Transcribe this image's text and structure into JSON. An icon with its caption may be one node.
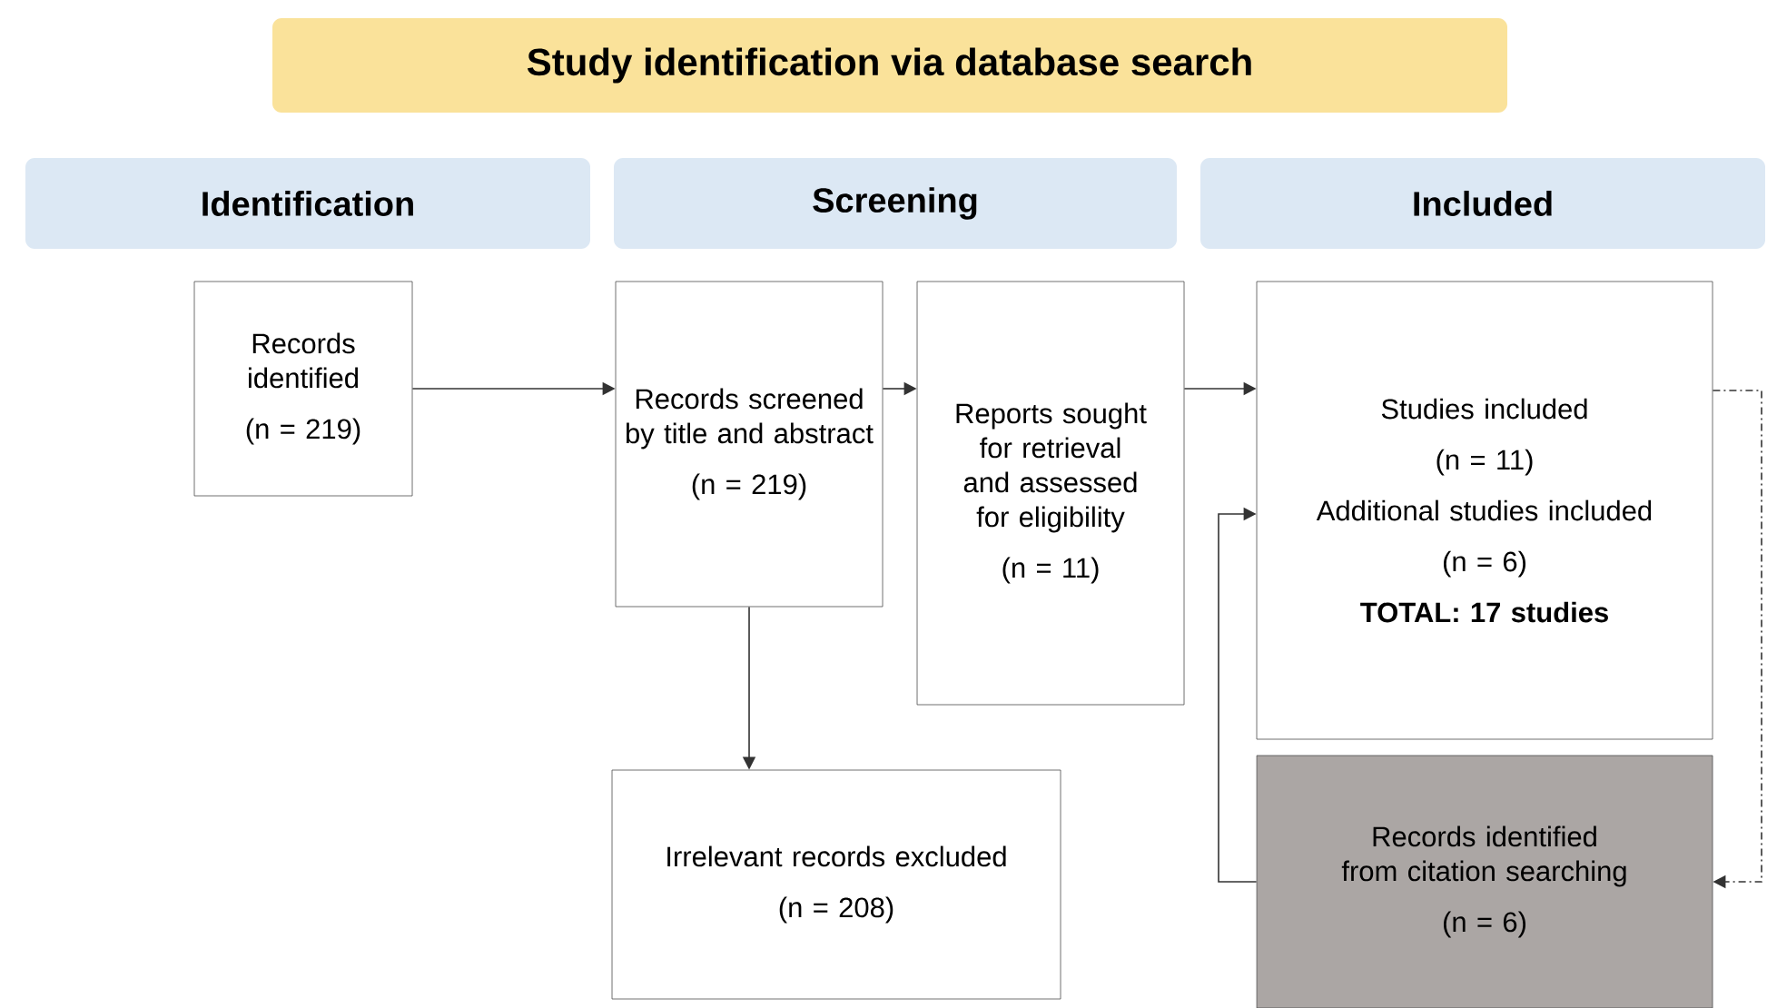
{
  "diagram": {
    "title": "Study identification via database search",
    "nodes": [
      {
        "text": [
          "Identification"
        ]
      },
      {
        "text": [
          "Screening"
        ]
      },
      {
        "text": [
          "Included"
        ]
      },
      {
        "text": [
          "Records identified",
          "(n = 219)"
        ]
      },
      {
        "text": [
          "Records screened by title and abstract",
          "(n = 219)"
        ]
      },
      {
        "text": [
          "Reports sought for retrieval and assessed for eligibility",
          "(n = 11)"
        ]
      },
      {
        "text": [
          "Studies included",
          "(n = 11)",
          "Additional studies included",
          "(n = 6)",
          "TOTAL: 17 studies"
        ]
      },
      {
        "text": [
          "Irrelevant records excluded",
          "(n = 208)"
        ]
      },
      {
        "text": [
          "Records identified from citation searching",
          "(n = 6)"
        ]
      }
    ],
    "edges": [
      {
        "from": 3,
        "to": 4,
        "arrow": "to"
      },
      {
        "from": 4,
        "to": 5,
        "arrow": "to"
      },
      {
        "from": 5,
        "to": 6,
        "arrow": "to"
      },
      {
        "from": 4,
        "to": 7,
        "arrow": "to"
      },
      {
        "from": 8,
        "to": 6,
        "arrow": "to"
      },
      {
        "from": 6,
        "to": 8,
        "arrow": "to",
        "style": "dashed"
      }
    ]
  }
}
